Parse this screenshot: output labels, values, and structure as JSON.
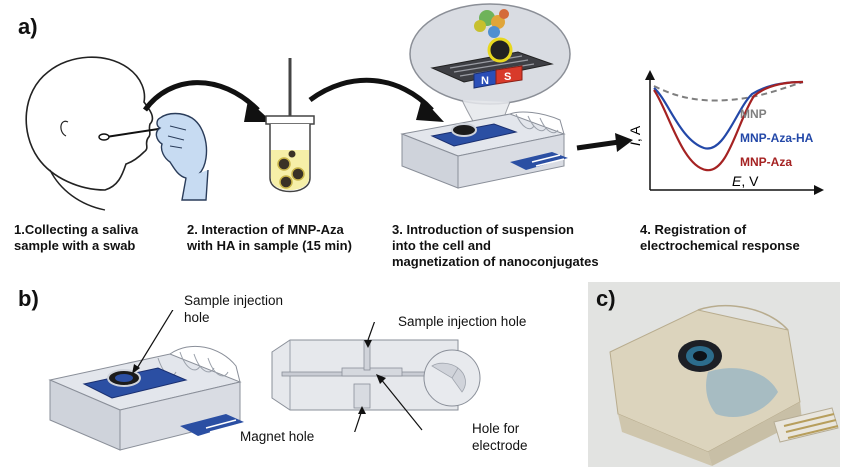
{
  "panel_a": {
    "label": "a)",
    "steps": [
      {
        "line1": "1.Collecting a saliva",
        "line2": "sample with a swab",
        "line3": ""
      },
      {
        "line1": "2. Interaction of MNP-Aza",
        "line2": "with HA in sample (15 min)",
        "line3": ""
      },
      {
        "line1": "3. Introduction of suspension",
        "line2": "into the cell and",
        "line3": "magnetization of nanoconjugates"
      },
      {
        "line1": "4. Registration of",
        "line2": "electrochemical response",
        "line3": ""
      }
    ],
    "magnet": {
      "north": "N",
      "south": "S"
    },
    "plot": {
      "ylabel_var": "I",
      "ylabel_unit": ", A",
      "xlabel_var": "E",
      "xlabel_unit": ", V",
      "series": [
        {
          "name": "MNP",
          "color": "#7f7f7f"
        },
        {
          "name": "MNP-Aza-HA",
          "color": "#2348a8"
        },
        {
          "name": "MNP-Aza",
          "color": "#a52222"
        }
      ]
    }
  },
  "panel_b": {
    "label": "b)",
    "annotations": {
      "injection_hole_left_1": "Sample injection",
      "injection_hole_left_2": "hole",
      "injection_hole_right": "Sample injection hole",
      "magnet_hole": "Magnet hole",
      "electrode_hole_1": "Hole for",
      "electrode_hole_2": "electrode"
    }
  },
  "panel_c": {
    "label": "c)"
  },
  "colors": {
    "electrode_blue": "#2b4fa3",
    "cell_body": "#c9ccd4",
    "magnet_red": "#d83a2a",
    "magnet_blue": "#2a4fb8",
    "nanoparticle": "#3a3226"
  }
}
